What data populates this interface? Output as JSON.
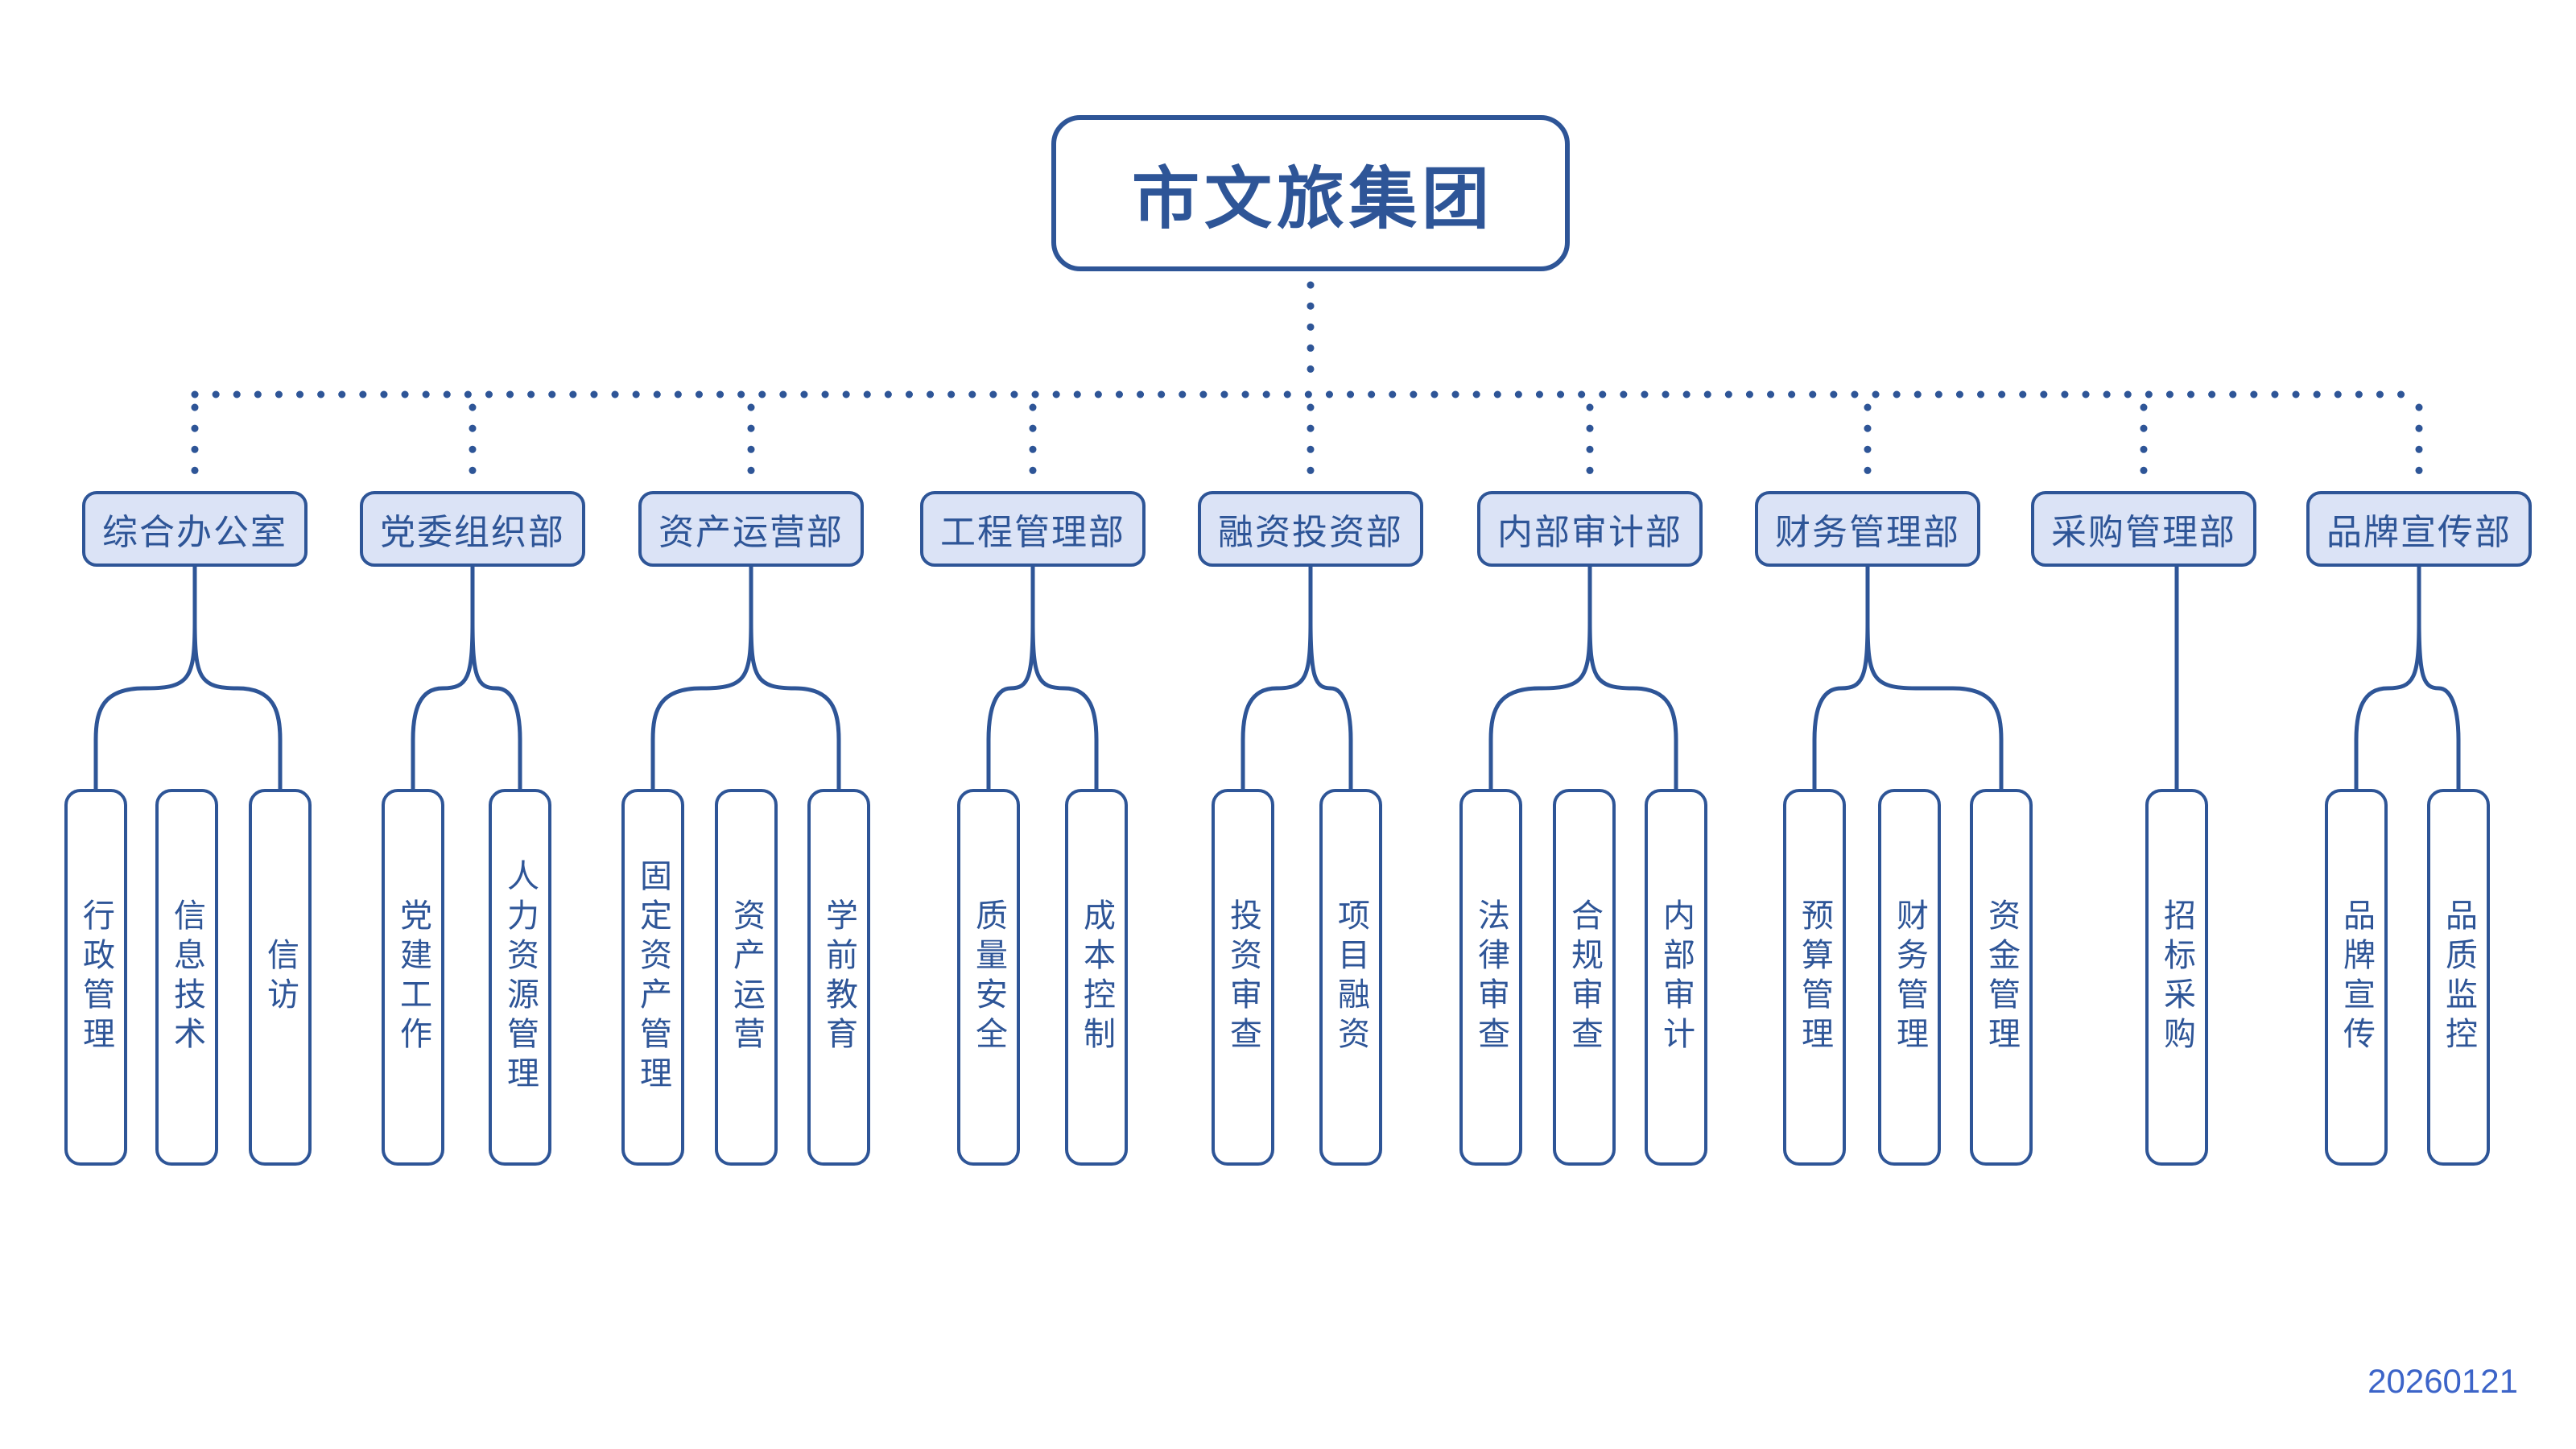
{
  "root": {
    "label": "市文旅集团"
  },
  "date": "20260121",
  "colors": {
    "line": "#2e5597",
    "dept_fill": "#dbe3f6",
    "date_color": "#3c64c8"
  },
  "departments": [
    {
      "label": "综合办公室",
      "children": [
        "行政管理",
        "信息技术",
        "信访"
      ]
    },
    {
      "label": "党委组织部",
      "children": [
        "党建工作",
        "人力资源管理"
      ]
    },
    {
      "label": "资产运营部",
      "children": [
        "固定资产管理",
        "资产运营",
        "学前教育"
      ]
    },
    {
      "label": "工程管理部",
      "children": [
        "质量安全",
        "成本控制"
      ]
    },
    {
      "label": "融资投资部",
      "children": [
        "投资审查",
        "项目融资"
      ]
    },
    {
      "label": "内部审计部",
      "children": [
        "法律审查",
        "合规审查",
        "内部审计"
      ]
    },
    {
      "label": "财务管理部",
      "children": [
        "预算管理",
        "财务管理",
        "资金管理"
      ]
    },
    {
      "label": "采购管理部",
      "children": [
        "招标采购"
      ]
    },
    {
      "label": "品牌宣传部",
      "children": [
        "品牌宣传",
        "品质监控"
      ]
    }
  ]
}
